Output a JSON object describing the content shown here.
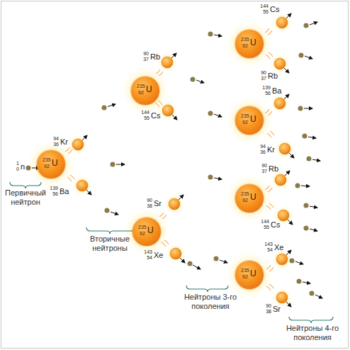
{
  "diagram": {
    "nodes": [
      {
        "text": [
          "235",
          "92",
          "U"
        ]
      },
      {
        "text": [
          "235",
          "92",
          "U"
        ]
      },
      {
        "text": [
          "235",
          "92",
          "U"
        ]
      },
      {
        "text": [
          "235",
          "92",
          "U"
        ]
      },
      {
        "text": [
          "235",
          "92",
          "U"
        ]
      },
      {
        "text": [
          "235",
          "92",
          "U"
        ]
      },
      {
        "text": [
          "235",
          "92",
          "U"
        ]
      }
    ],
    "labels": [
      "1",
      "0",
      "n",
      "Первичный нейтрон",
      "94",
      "36",
      "Kr",
      "139",
      "56",
      "Ba",
      "90",
      "37",
      "Rb",
      "144",
      "55",
      "Cs",
      "90",
      "38",
      "Sr",
      "143",
      "54",
      "Xe",
      "Вторичные нейтроны",
      "144",
      "55",
      "Cs",
      "90",
      "37",
      "Rb",
      "139",
      "56",
      "Ba",
      "94",
      "36",
      "Kr",
      "90",
      "37",
      "Rb",
      "144",
      "55",
      "Cs",
      "143",
      "54",
      "Xe",
      "90",
      "38",
      "Sr",
      "Нейтроны 3-го поколения",
      "Нейтроны 4-го поколения"
    ]
  }
}
